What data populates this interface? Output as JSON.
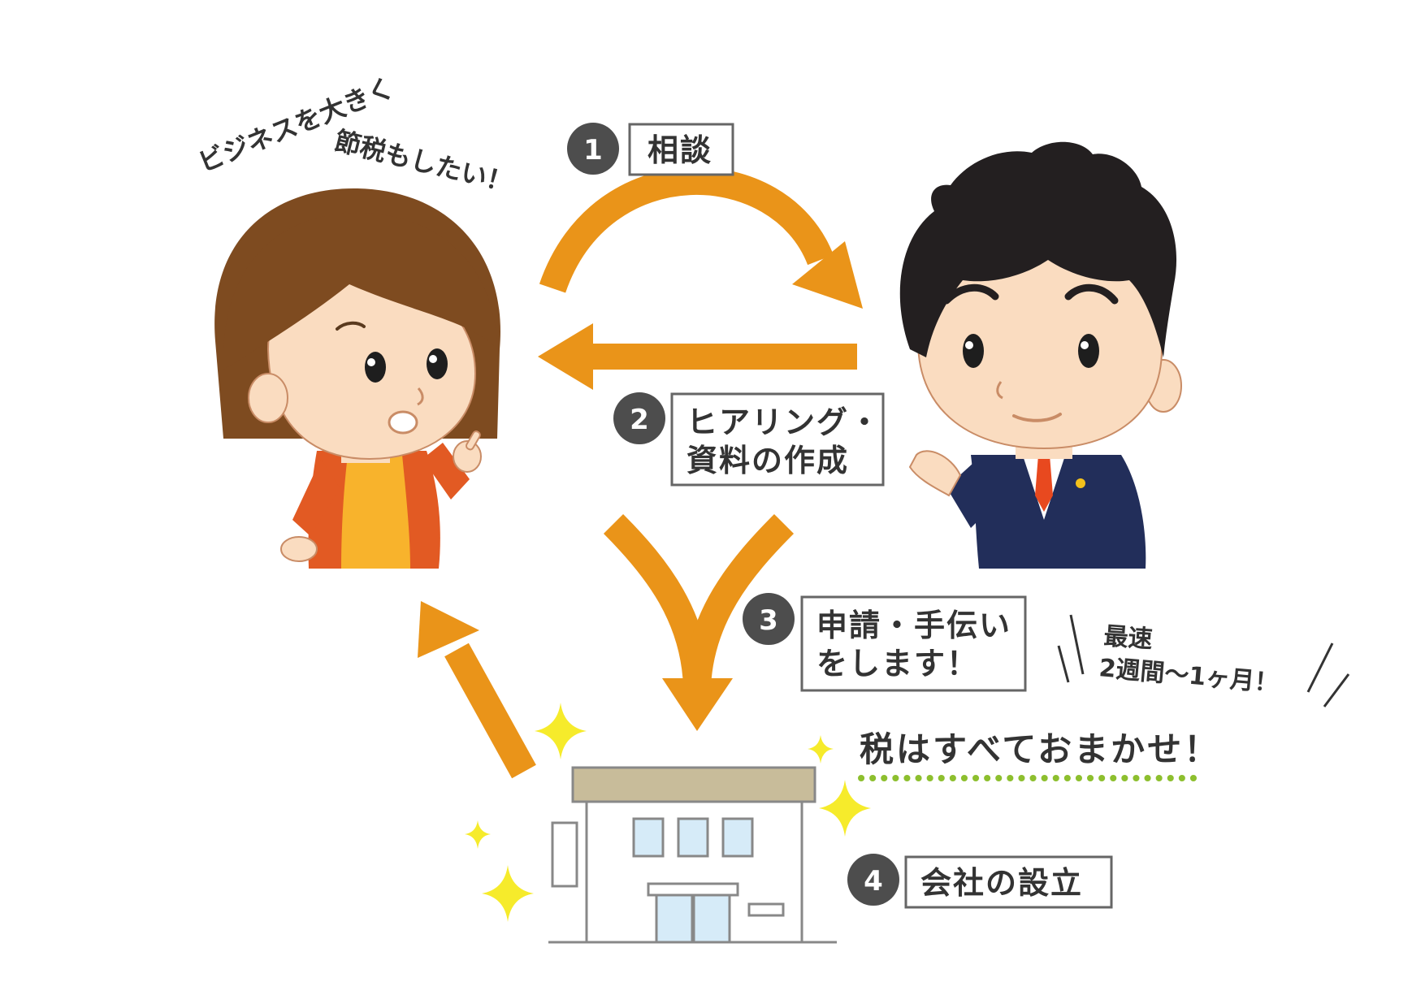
{
  "steps": [
    {
      "number": "1",
      "lines": [
        "相談"
      ]
    },
    {
      "number": "2",
      "lines": [
        "ヒアリング・",
        "資料の作成"
      ]
    },
    {
      "number": "3",
      "lines": [
        "申請・手伝い",
        "をします！"
      ]
    },
    {
      "number": "4",
      "lines": [
        "会社の設立"
      ]
    }
  ],
  "speech": {
    "line1": "ビジネスを大きく",
    "line2": "節税もしたい！"
  },
  "speed_note": {
    "line1": "最速",
    "line2": "2週間～1ヶ月！"
  },
  "tagline": "税はすべておまかせ！",
  "colors": {
    "arrow": "#EA9419",
    "badge": "#4D4D4D",
    "box_border": "#666666",
    "tagline_dots": "#8DBF2E",
    "sparkle": "#F6EB2B",
    "woman_hair": "#7E4B20",
    "woman_jacket": "#E25A23",
    "woman_shirt": "#F8B32C",
    "man_suit": "#222E5A",
    "man_tie": "#E8491F",
    "skin": "#FADCC0",
    "building_roof": "#C8BC9A",
    "window": "#D6EBF8"
  }
}
